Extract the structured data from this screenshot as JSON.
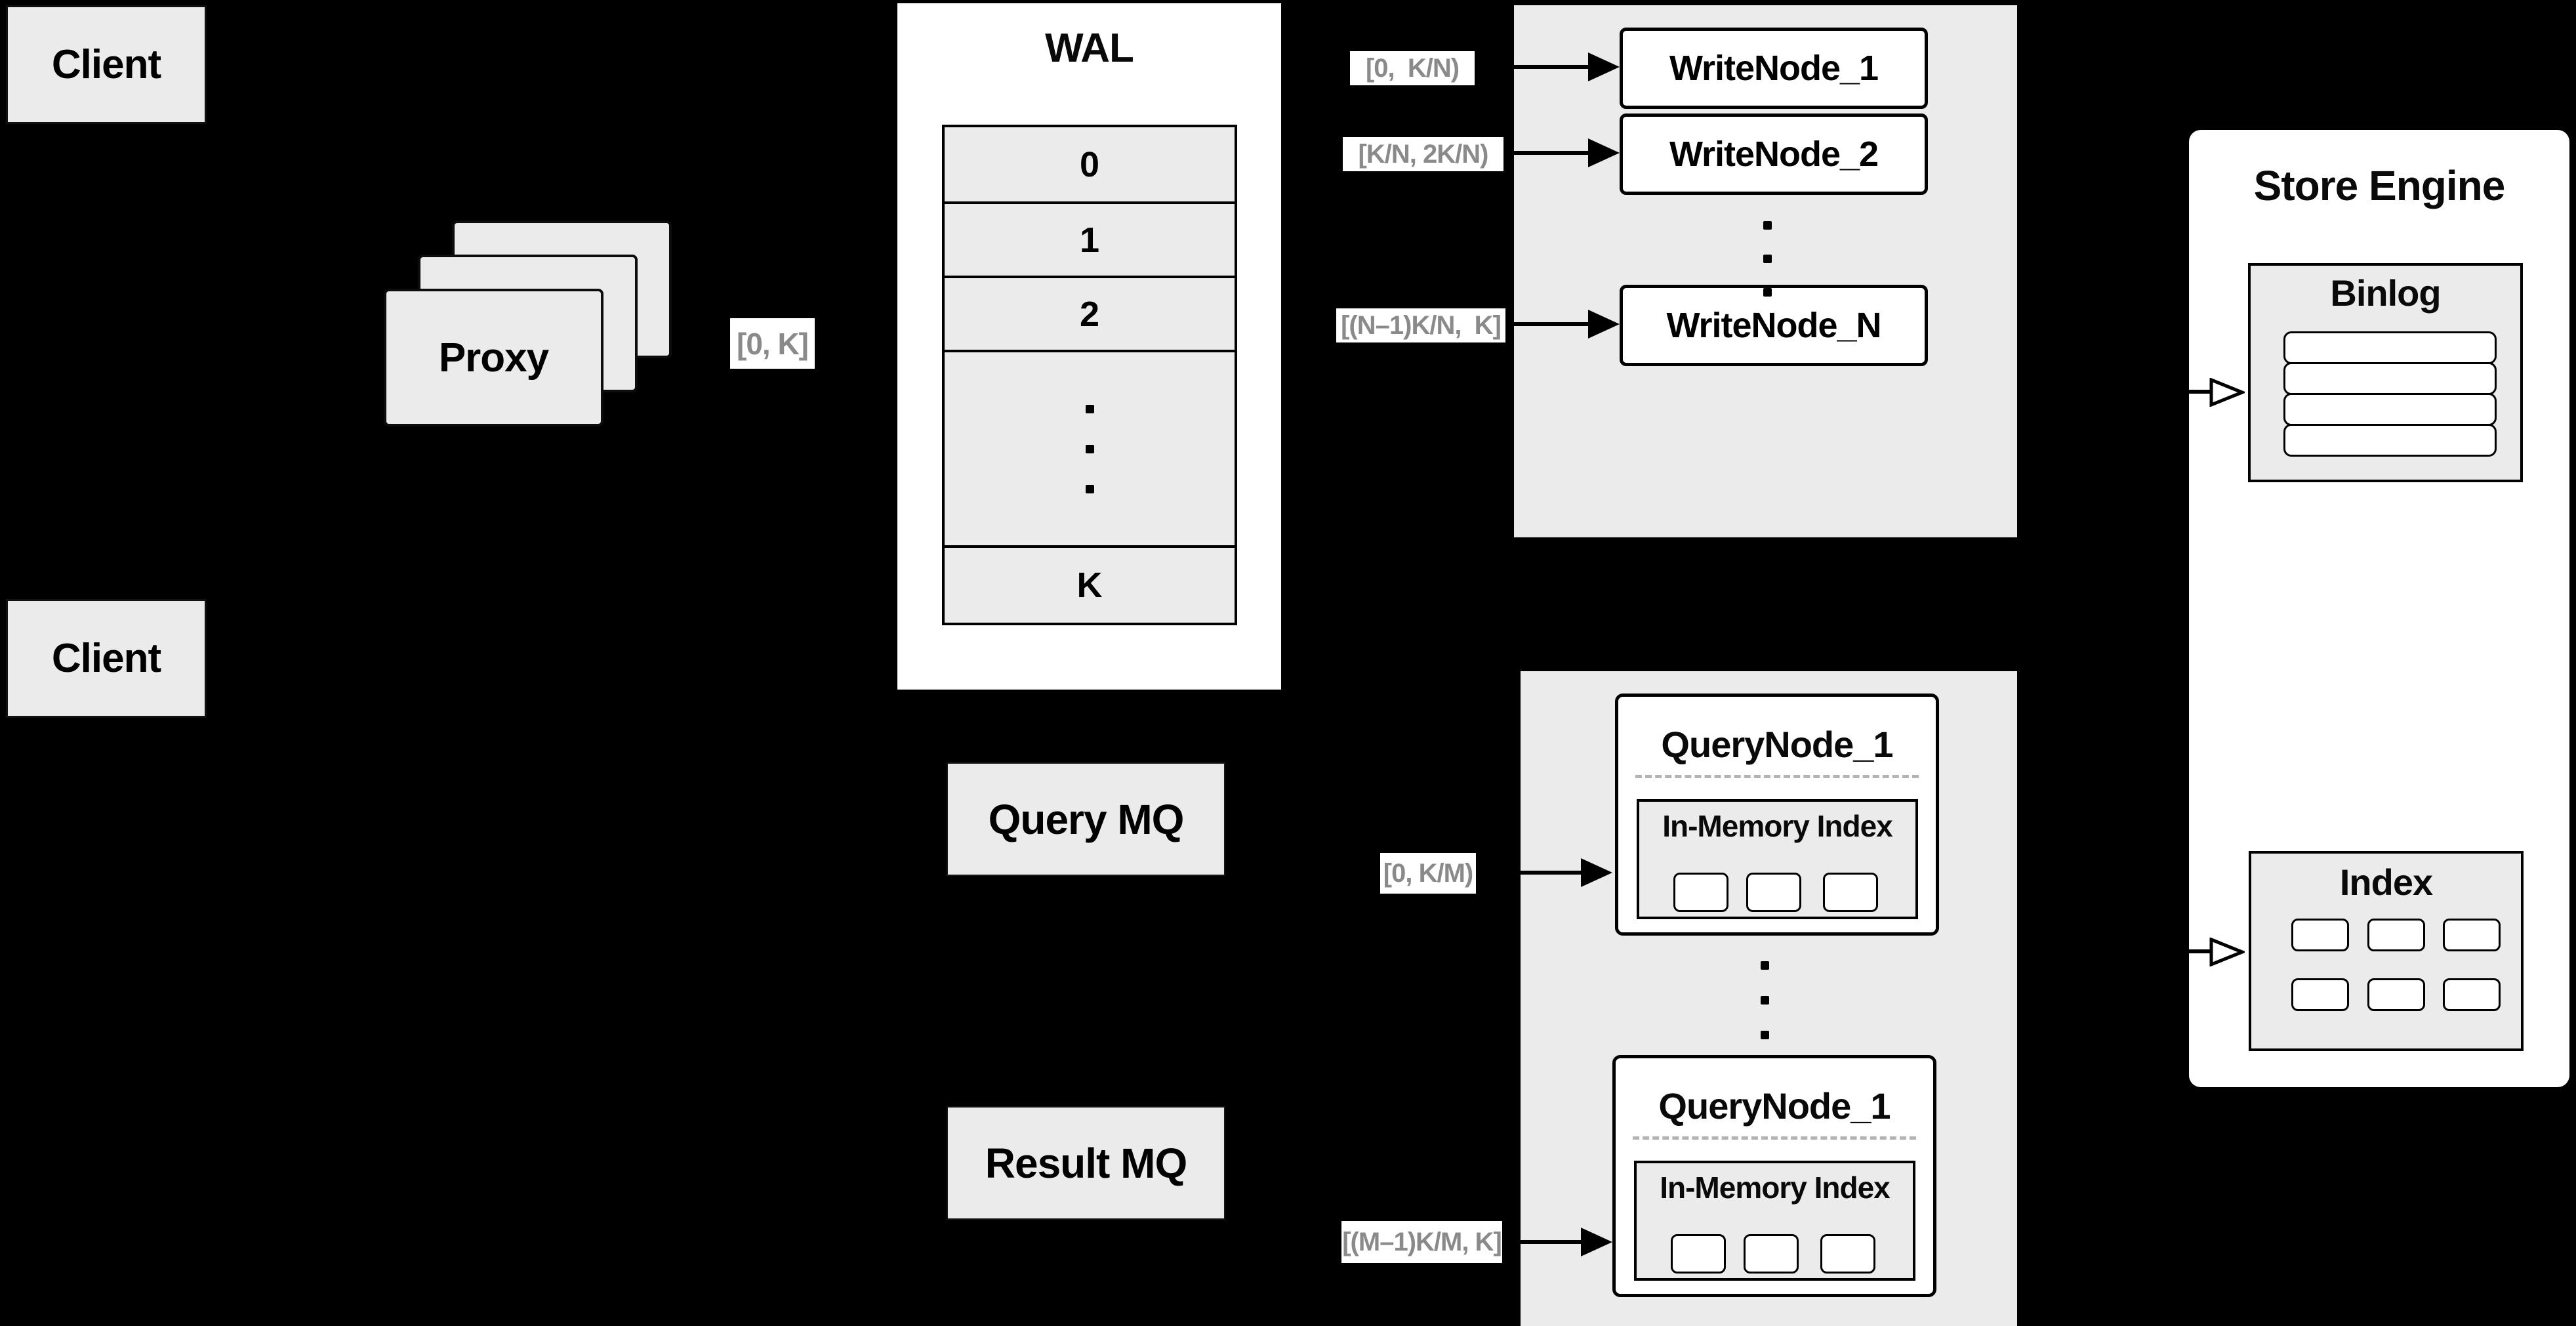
{
  "colors": {
    "background": "#000000",
    "panel_gray": "#ebebeb",
    "surface_white": "#ffffff",
    "range_label_text": "#8a8a8a",
    "stroke": "#000000"
  },
  "clients": {
    "top_label": "Client",
    "bottom_label": "Client"
  },
  "proxy": {
    "label": "Proxy",
    "range": "[0, K]"
  },
  "wal": {
    "title": "WAL",
    "segments": [
      "0",
      "1",
      "2"
    ],
    "last_segment": "K"
  },
  "write_group": {
    "ranges": [
      "[0,  K/N)",
      "[K/N, 2K/N)",
      "[(N–1)K/N,  K]"
    ],
    "nodes": [
      "WriteNode_1",
      "WriteNode_2",
      "WriteNode_N"
    ]
  },
  "store_engine": {
    "title": "Store Engine",
    "binlog": {
      "title": "Binlog"
    },
    "index": {
      "title": "Index"
    }
  },
  "mq": {
    "query_label": "Query MQ",
    "result_label": "Result MQ"
  },
  "query_group": {
    "ranges": [
      "[0, K/M)",
      "[(M–1)K/M, K]"
    ],
    "nodes": [
      {
        "title": "QueryNode_1",
        "memory_index_title": "In-Memory Index"
      },
      {
        "title": "QueryNode_1",
        "memory_index_title": "In-Memory Index"
      }
    ]
  }
}
